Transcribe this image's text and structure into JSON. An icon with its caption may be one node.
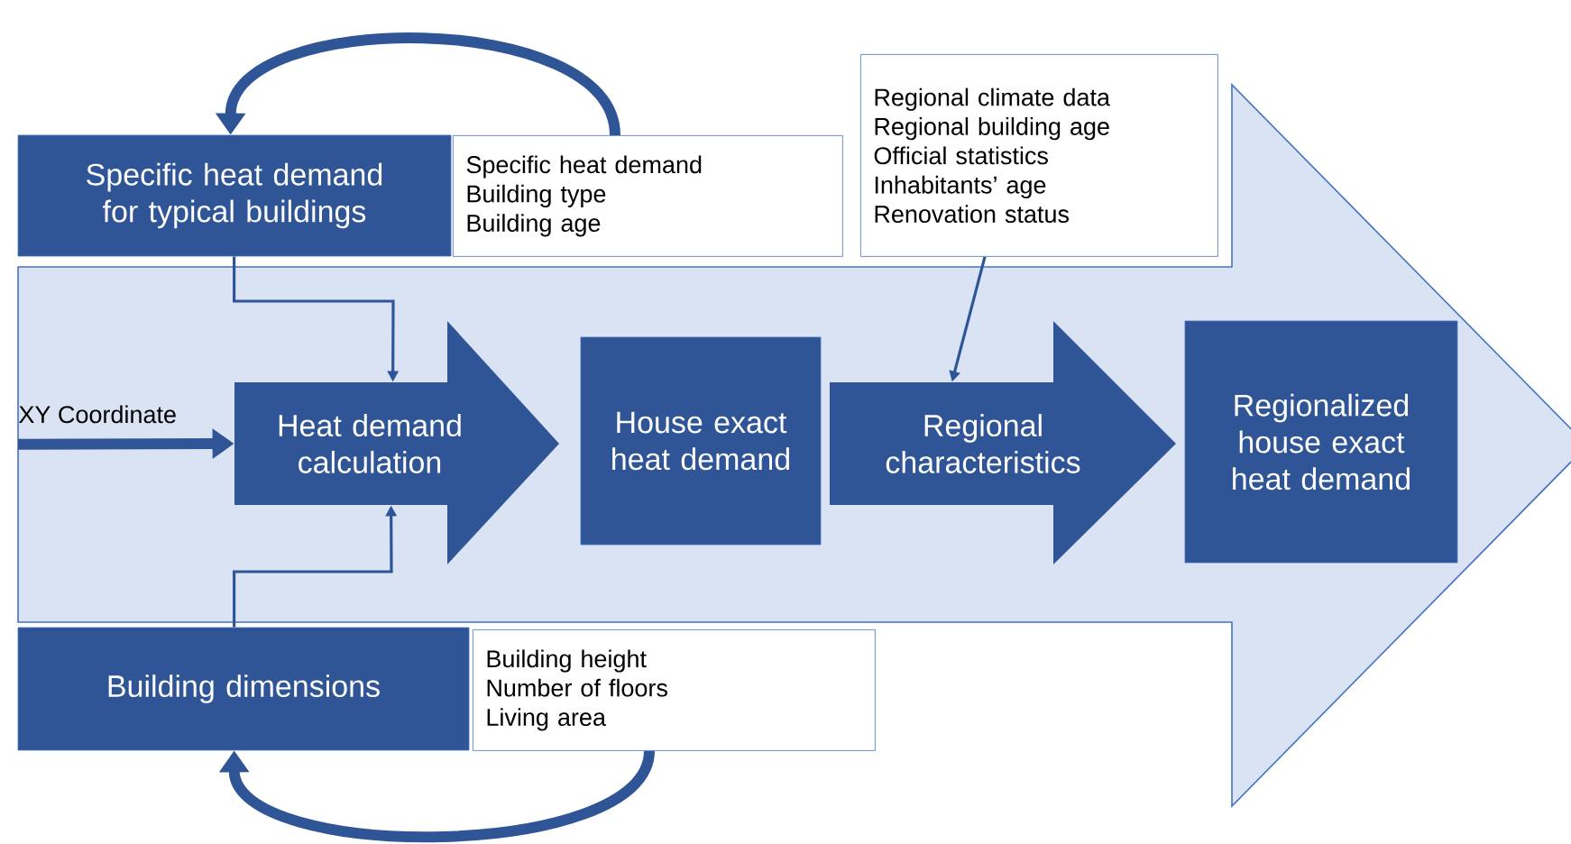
{
  "diagram": {
    "nodes": [
      {
        "text": [
          "Specific heat demand for typical buildings"
        ]
      },
      {
        "text": [
          "Specific heat demand",
          "Building type",
          "Building age"
        ]
      },
      {
        "text": [
          "XY Coordinate"
        ]
      },
      {
        "text": [
          "Heat demand calculation"
        ]
      },
      {
        "text": [
          "House exact heat demand"
        ]
      },
      {
        "text": [
          "Regional characteristics"
        ]
      },
      {
        "text": [
          "Regionalized house exact heat demand"
        ]
      },
      {
        "text": [
          "Regional climate data",
          "Regional building age",
          "Official statistics",
          "Inhabitants’ age",
          "Renovation status"
        ]
      },
      {
        "text": [
          "Building dimensions"
        ]
      },
      {
        "text": [
          "Building height",
          "Number of floors",
          "Living area"
        ]
      }
    ],
    "edges": [
      {
        "from": 1,
        "to": 0,
        "arrow": "to",
        "style": "thick"
      },
      {
        "from": 0,
        "to": 3,
        "arrow": "to"
      },
      {
        "from": 9,
        "to": 8,
        "arrow": "to",
        "style": "thick"
      },
      {
        "from": 8,
        "to": 3,
        "arrow": "to"
      },
      {
        "from": 2,
        "to": 3,
        "arrow": "to",
        "style": "thick"
      },
      {
        "from": 7,
        "to": 5,
        "arrow": "to"
      }
    ]
  }
}
